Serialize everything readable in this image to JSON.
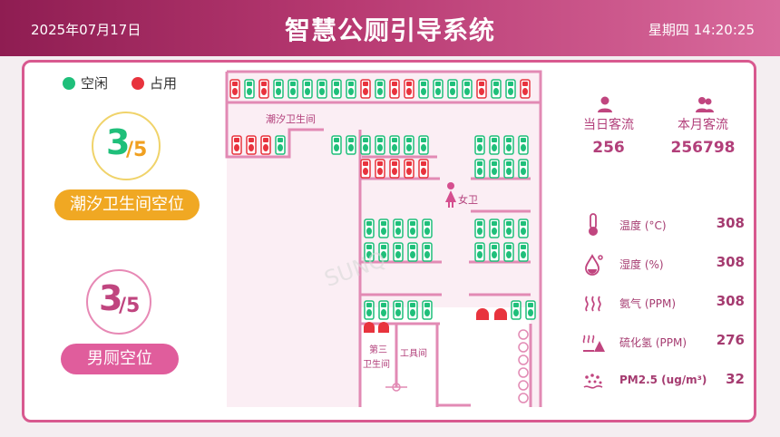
{
  "header": {
    "date": "2025年07月17日",
    "title": "智慧公厕引导系统",
    "clock": "星期四 14:20:25"
  },
  "legend": {
    "free_label": "空闲",
    "occupied_label": "占用",
    "free_color": "#1fbf7a",
    "occupied_color": "#e8333d"
  },
  "women_area": {
    "available": "3",
    "total": "/5",
    "label": "潮汐卫生间空位"
  },
  "men_area": {
    "available": "3",
    "total": "/5",
    "label": "男厕空位"
  },
  "floorplan": {
    "tidal_room_label": "潮汐卫生间",
    "women_label": "女卫",
    "third_room_label_line1": "第三",
    "third_room_label_line2": "卫生间",
    "tool_room_label": "工具间",
    "watermark": "SUNQ"
  },
  "traffic": {
    "today_label": "当日客流",
    "today_value": "256",
    "month_label": "本月客流",
    "month_value": "256798"
  },
  "environment": [
    {
      "icon": "thermometer-icon",
      "label": "温度 (°C)",
      "value": "308"
    },
    {
      "icon": "humidity-icon",
      "label": "湿度 (%)",
      "value": "308"
    },
    {
      "icon": "ammonia-icon",
      "label": "氨气 (PPM)",
      "value": "308"
    },
    {
      "icon": "hydrogen-sulfide-icon",
      "label": "硫化氢 (PPM)",
      "value": "276"
    },
    {
      "icon": "pm25-icon",
      "label": "PM2.5  (ug/m³)",
      "value": "32"
    }
  ]
}
